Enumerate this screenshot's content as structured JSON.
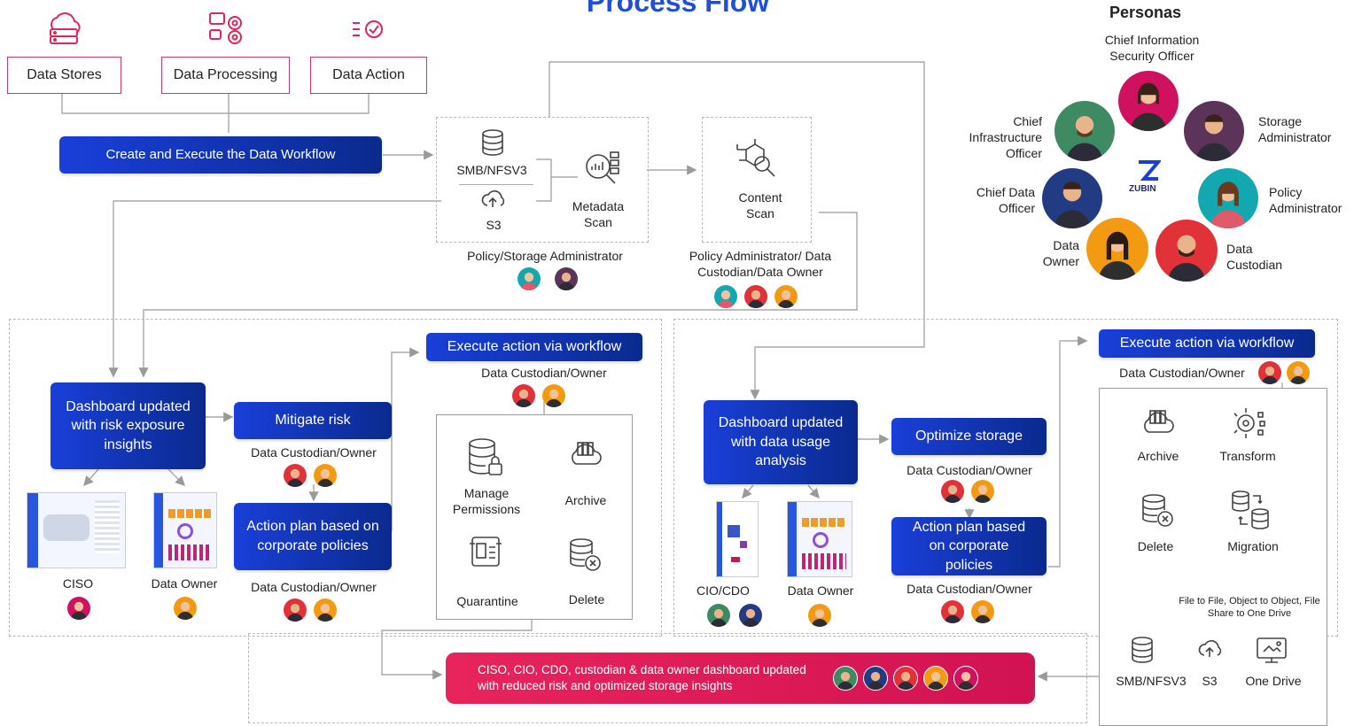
{
  "title": "Process Flow",
  "personas_title": "Personas",
  "sources": [
    "Data Stores",
    "Data Processing",
    "Data Action"
  ],
  "create_workflow": "Create and Execute the Data Workflow",
  "metadata": {
    "smb": "SMB/NFSV3",
    "s3": "S3",
    "scan": "Metadata Scan",
    "role": "Policy/Storage Administrator"
  },
  "content": {
    "scan": "Content Scan",
    "role": "Policy Administrator/ Data Custodian/Data Owner"
  },
  "personas": {
    "ciso": "Chief Information Security Officer",
    "storage_admin": "Storage Administrator",
    "infra": "Chief Infrastructure Officer",
    "cdo": "Chief Data Officer",
    "policy_admin": "Policy Administrator",
    "data_owner": "Data Owner",
    "custodian": "Data Custodian",
    "logo": "ZUBIN"
  },
  "risk": {
    "dashboard": "Dashboard updated with risk exposure insights",
    "mitigate": "Mitigate risk",
    "custodian1": "Data Custodian/Owner",
    "action_plan": "Action plan based on corporate policies",
    "custodian2": "Data Custodian/Owner",
    "execute": "Execute action via workflow",
    "custodian3": "Data Custodian/Owner",
    "ciso": "CISO",
    "owner": "Data Owner",
    "actions": {
      "manage": "Manage Permissions",
      "archive": "Archive",
      "quarantine": "Quarantine",
      "delete": "Delete"
    }
  },
  "storage": {
    "dashboard": "Dashboard updated with data usage analysis",
    "optimize": "Optimize storage",
    "custodian1": "Data Custodian/Owner",
    "action_plan": "Action plan based on corporate policies",
    "custodian2": "Data Custodian/Owner",
    "execute": "Execute action via workflow",
    "custodian3": "Data Custodian/Owner",
    "cio": "CIO/CDO",
    "owner": "Data Owner",
    "actions": {
      "archive": "Archive",
      "transform": "Transform",
      "delete": "Delete",
      "migration": "Migration"
    },
    "migration_note": "File to File, Object to Object, File Share to One Drive",
    "targets": {
      "smb": "SMB/NFSV3",
      "s3": "S3",
      "onedrive": "One Drive"
    }
  },
  "final": "CISO, CIO, CDO, custodian & data owner dashboard updated with reduced risk and optimized storage insights",
  "colors": {
    "accent_blue": "#1a3fd9",
    "accent_pink": "#e8245c",
    "source_border": "#d7356c"
  }
}
